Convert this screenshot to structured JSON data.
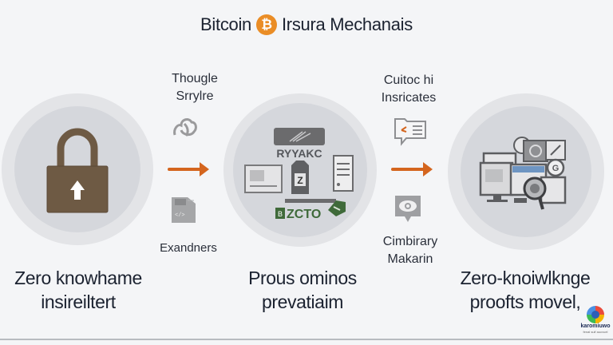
{
  "header": {
    "title_left": "Bitcoin",
    "title_icon": "bitcoin-coin-icon",
    "title_icon_glyph": "₿",
    "title_right": "Irsura Mechanais"
  },
  "colors": {
    "background": "#f4f5f7",
    "accent_orange": "#d4651e",
    "bitcoin_orange": "#ea8d26",
    "lock_brown": "#6e5a44",
    "circle_outer": "#e3e4e7",
    "circle_inner": "#d5d7dc",
    "text_dark": "#1b2230"
  },
  "steps": [
    {
      "icon": "padlock-icon",
      "caption_line1": "Zero knowhame",
      "caption_line2": "insireiltert"
    },
    {
      "icon": "documents-cluster-icon",
      "inner_labels": {
        "top_label": "RYYAKC",
        "tag_letter": "Z",
        "badge_letter": "B",
        "bottom_label": "ZCTO"
      },
      "caption_line1": "Prous ominos",
      "caption_line2": "prevatiaim"
    },
    {
      "icon": "devices-cluster-icon",
      "caption_line1": "Zero-knoiwlknge",
      "caption_line2": "proofts movel,"
    }
  ],
  "connectors": [
    {
      "top_text_line1": "Thougle",
      "top_text_line2": "Srrylre",
      "top_icon": "cloud-link-icon",
      "arrow": "arrow-right-icon",
      "bottom_icon": "sd-card-icon",
      "bottom_text": "Exandners"
    },
    {
      "top_text_line1": "Cuitoc hi",
      "top_text_line2": "Insricates",
      "top_icon": "chat-document-icon",
      "arrow": "arrow-right-icon",
      "bottom_icon": "eye-message-icon",
      "bottom_text_line1": "Cimbirary",
      "bottom_text_line2": "Makarin"
    }
  ],
  "logo": {
    "name": "karomiuwo",
    "subtitle": "fenal suif aucvuel"
  }
}
